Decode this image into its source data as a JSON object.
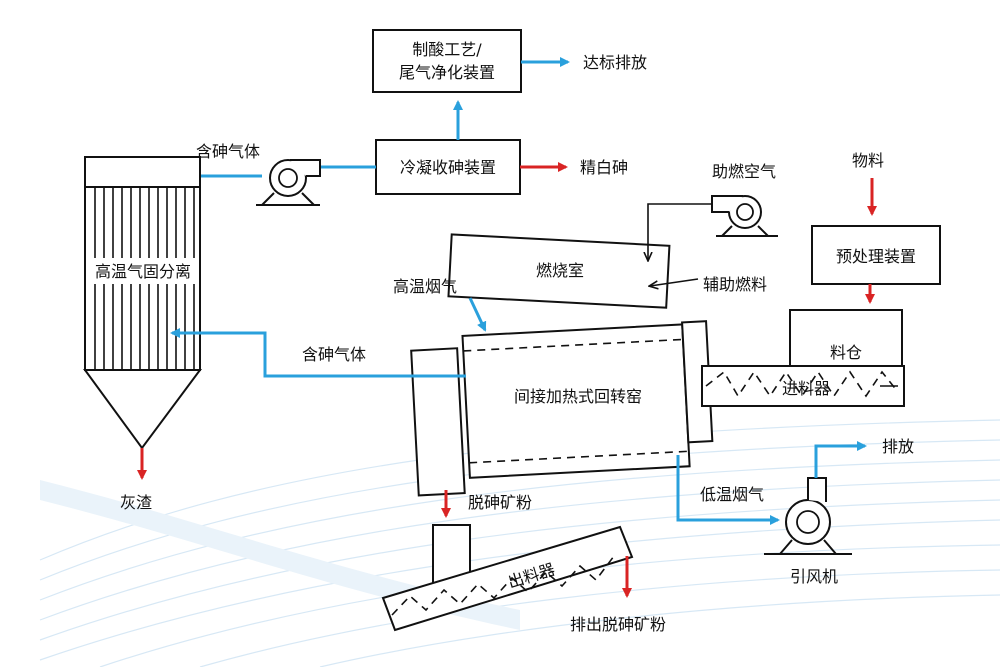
{
  "colors": {
    "blue_flow": "#2aa0dc",
    "red_output": "#d92424",
    "outline": "#111111",
    "bg_waves": "#d7e8f5"
  },
  "labels": {
    "acid_plant_line1": "制酸工艺/",
    "acid_plant_line2": "尾气净化装置",
    "up_to_standard": "达标排放",
    "arsenic_gas_top": "含砷气体",
    "condenser": "冷凝收砷装置",
    "white_arsenic": "精白砷",
    "combustion_air": "助燃空气",
    "material": "物料",
    "hot_gas_separation": "高温气固分离",
    "combustion_chamber": "燃烧室",
    "high_temp_flue": "高温烟气",
    "aux_fuel": "辅助燃料",
    "pretreatment": "预处理装置",
    "hopper": "料仓",
    "arsenic_gas_mid": "含砷气体",
    "kiln": "间接加热式回转窑",
    "feeder": "进料器",
    "exhaust": "排放",
    "low_temp_flue": "低温烟气",
    "dearsenic_powder": "脱砷矿粉",
    "ash": "灰渣",
    "induced_fan": "引风机",
    "discharger": "出料器",
    "discharge_powder": "排出脱砷矿粉"
  },
  "icons": [
    "fan-icon",
    "blower-icon",
    "screw-conveyor-icon",
    "arrow-icon"
  ]
}
